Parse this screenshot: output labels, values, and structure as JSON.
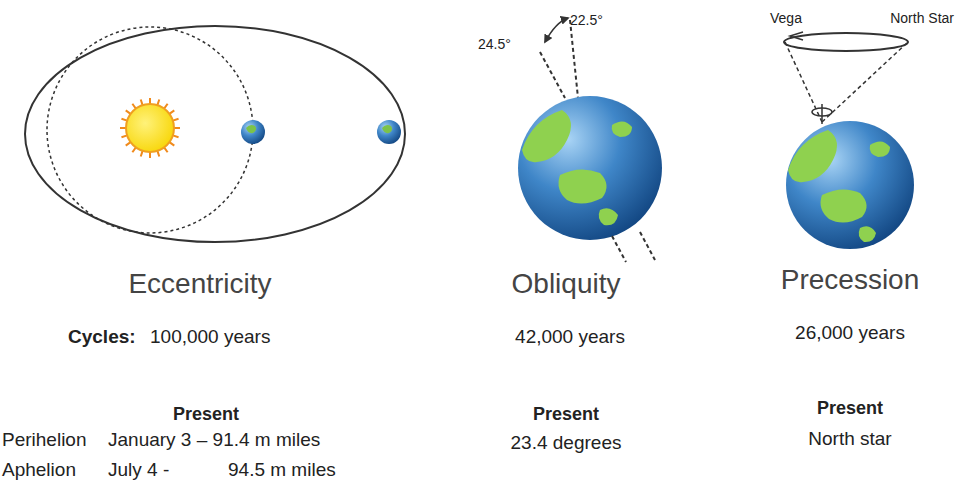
{
  "diagram": {
    "labels": [
      "24.5°",
      "22.5°",
      "Vega",
      "North Star",
      "Eccentricity",
      "Cycles:",
      "100,000 years",
      "Obliquity",
      "42,000 years",
      "Precession",
      "26,000 years",
      "Present",
      "Perihelion",
      "January 3 – 91.4 m miles",
      "Aphelion",
      "July 4 -",
      "94.5 m miles",
      "Present",
      "23.4 degrees",
      "Present",
      "North star"
    ]
  }
}
